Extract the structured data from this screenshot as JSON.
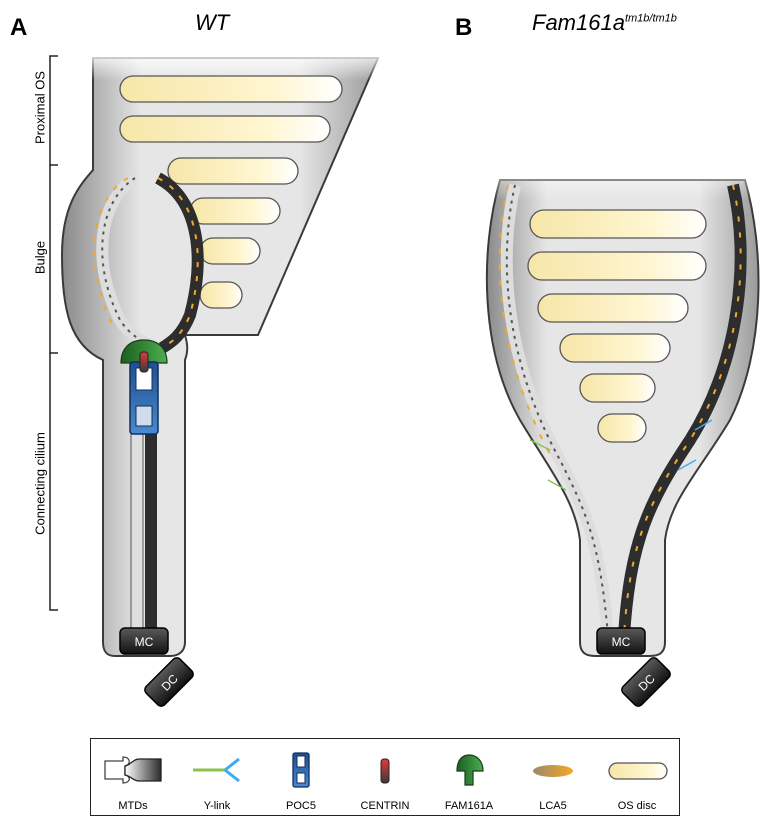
{
  "panels": {
    "a": {
      "letter": "A",
      "title": "WT"
    },
    "b": {
      "letter": "B",
      "title_main": "Fam161a",
      "title_sup": "tm1b/tm1b"
    }
  },
  "regions": {
    "proximal_os": "Proximal OS",
    "bulge": "Bulge",
    "connecting_cilium": "Connecting cilium"
  },
  "bodies": {
    "mother_centriole": "MC",
    "daughter_centriole": "DC"
  },
  "legend": [
    {
      "key": "mtds",
      "label": "MTDs"
    },
    {
      "key": "ylink",
      "label": "Y-link"
    },
    {
      "key": "poc5",
      "label": "POC5"
    },
    {
      "key": "centrin",
      "label": "CENTRIN"
    },
    {
      "key": "fam161a",
      "label": "FAM161A"
    },
    {
      "key": "lca5",
      "label": "LCA5"
    },
    {
      "key": "osdisc",
      "label": "OS disc"
    }
  ],
  "colors": {
    "membrane_fill": "#dcdcdc",
    "disc_fill": "#fff4c8",
    "mtd_dark": "#2e2e2e",
    "ylink_green": "#8bc34a",
    "ylink_blue": "#3fa9f5",
    "poc5_blue": "#2f6fb5",
    "centrin_red": "#d32f2f",
    "fam161a_green": "#2e7d32",
    "lca5_orange": "#f0a830"
  }
}
